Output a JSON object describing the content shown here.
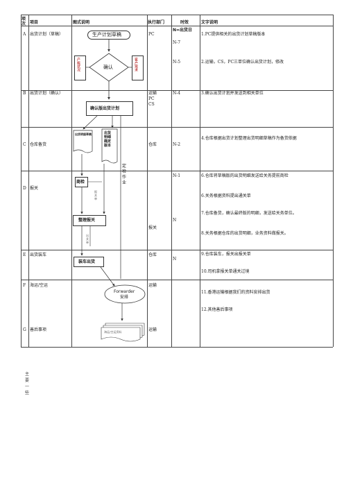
{
  "header": {
    "col_no": "项次",
    "col_item": "项目",
    "col_chart": "图式说明",
    "col_dept": "执行部门",
    "col_time": "时效",
    "col_desc": "文字说明"
  },
  "rows": [
    {
      "no": "A",
      "item": "出货计划（草稿）",
      "dept": "PC",
      "time": [
        "N=出货日",
        "N-7",
        "N-5"
      ],
      "desc": [
        "1.PC提供相关的出货计划草稿版本",
        "2.运输，CS，PC三单位确认出货计划，修改"
      ]
    },
    {
      "no": "B",
      "item": "出货计划（确认）",
      "dept": [
        "运输",
        "PC",
        "CS"
      ],
      "time": "N-4",
      "desc": [
        "3.确认出货计划并发送到相关单位"
      ]
    },
    {
      "no": "C",
      "item": "仓库备货",
      "dept": "仓库",
      "time": "N-2",
      "desc": [
        "4.仓库根据出货计划整理出货明细草稿作为备货依据"
      ]
    },
    {
      "no": "D",
      "item": "报关",
      "dept": "报关",
      "time": [
        "N-1",
        "N"
      ],
      "desc": [
        "6.仓库将草稿版的出货明细发送给关务提前商检",
        "6.关务根据资料提出通关单",
        "7.仓库备货，确认最终版的明细，发送给关务单位。",
        "8.关务根据仓库的出货明细，业务资料做报关。"
      ]
    },
    {
      "no": "E",
      "item": "出货装车",
      "dept": "仓库",
      "time": "N",
      "desc": [
        "9.仓库装车，报关出报关单",
        "10.司机拿报关单通关过境"
      ]
    },
    {
      "no": "F",
      "item": "海运/空运",
      "dept": "运输",
      "time": "",
      "desc": [
        "11.香港运输根据我们的资料安排出货",
        "12.其他善后事项"
      ]
    },
    {
      "no": "G",
      "item": "善后事项",
      "dept": "运输",
      "time": "",
      "desc": []
    }
  ],
  "flow": {
    "draft": "生产计划草稿",
    "confirm": "确认",
    "prod_left": "产能状况",
    "cust_right": "客户需求",
    "confirmed_plan": "确认版出货计划",
    "detail_draft": "出货明细草稿",
    "detail_final": "出货明细确定版本",
    "fixed_task": "定检作业",
    "inspection": "商检",
    "declare": "整理报关",
    "load": "装车出货",
    "forwarder": "Forwarder",
    "arrange": "安排",
    "docs": "海运/空运资料",
    "side1": "报关单",
    "side2": "出关单"
  },
  "footer_note": "主要一些"
}
